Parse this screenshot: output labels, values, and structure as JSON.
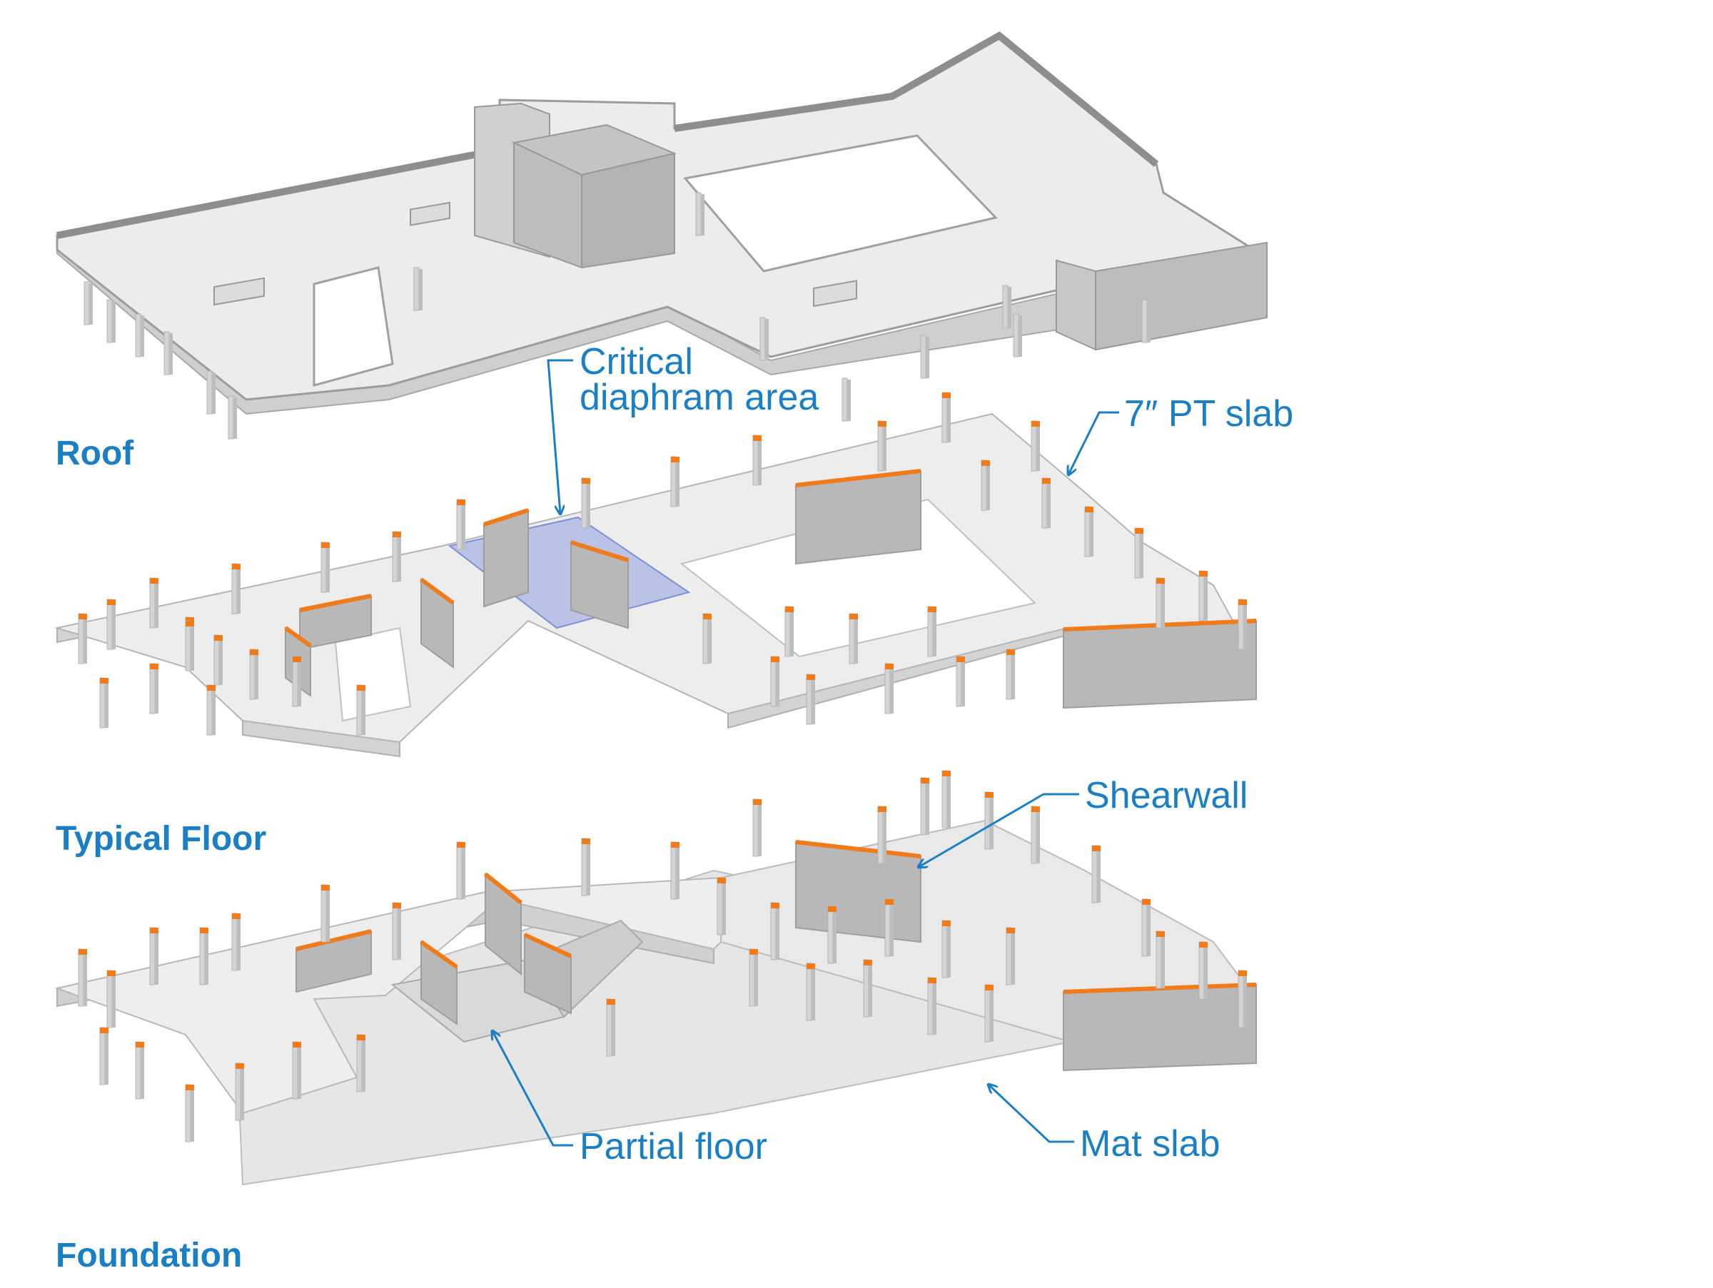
{
  "colors": {
    "accent_blue": "#1a7fc4",
    "shearwall_orange": "#ef7b1a",
    "diaphragm_highlight": "#8f9fe0",
    "slab_light": "#ececec",
    "slab_mid": "#d7d7d7",
    "wall_dark": "#b8b8b8"
  },
  "levels": {
    "roof": "Roof",
    "typical_floor": "Typical Floor",
    "foundation": "Foundation"
  },
  "callouts": {
    "critical_line1": "Critical",
    "critical_line2": "diaphram area",
    "pt_slab": "7″ PT slab",
    "shearwall": "Shearwall",
    "partial_floor": "Partial floor",
    "mat_slab": "Mat slab"
  }
}
